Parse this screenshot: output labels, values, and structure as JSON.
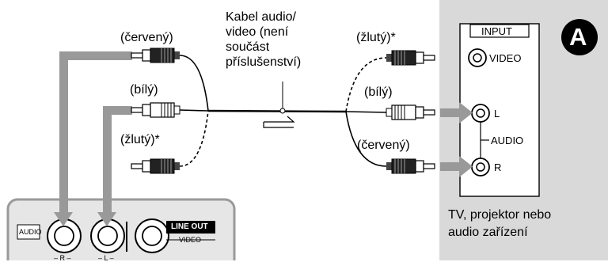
{
  "cable_label": [
    "Kabel audio/",
    "video (není",
    "součást",
    "příslušenství)"
  ],
  "left_plugs": {
    "red": "(červený)",
    "white": "(bílý)",
    "yellow": "(žlutý)*"
  },
  "right_plugs": {
    "yellow": "(žlutý)*",
    "white": "(bílý)",
    "red": "(červený)"
  },
  "tv_panel": {
    "input_title": "INPUT",
    "video_jack": "VIDEO",
    "left_jack": "L",
    "audio_label": "AUDIO",
    "right_jack": "R",
    "badge": "A",
    "caption": [
      "TV, projektor nebo",
      "audio zařízení"
    ]
  },
  "player_panel": {
    "audio_label": "AUDIO",
    "r_mark": "– R –",
    "l_mark": "– L –",
    "line_out": "LINE OUT",
    "video_label": "VIDEO"
  },
  "colors": {
    "arrow_gray": "#999999",
    "panel_gray": "#d9d9d9",
    "panel_border": "#9a9a9a",
    "badge_black": "#000000"
  }
}
